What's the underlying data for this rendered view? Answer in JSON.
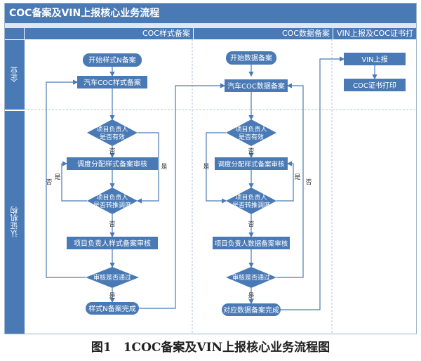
{
  "title": "COC备案及VIN上报核心业务流程",
  "columns": [
    "COC样式备案",
    "COC数据备案",
    "VIN上报及COC证书打印"
  ],
  "lanes": [
    "企业",
    "认证机构"
  ],
  "nodes": {
    "start_style": "开始样式N备案",
    "style_submit": "汽车COC样式备案",
    "check_valid_1": [
      "项目负责人",
      "是否有效"
    ],
    "dispatch_style": "调度分配样式备案审核",
    "check_transfer_1": [
      "项目负责人",
      "是否转推调度"
    ],
    "review_style": "项目负责人样式备案审核",
    "approve_1": "审核是否通过",
    "style_done": "样式N备案完成",
    "start_data": "开始数据备案",
    "data_submit": "汽车COC数据备案",
    "check_valid_2": [
      "项目负责人",
      "是否有效"
    ],
    "dispatch_data": "调度分配样式备案审核",
    "check_transfer_2": [
      "项目负责人",
      "是否转推调度"
    ],
    "review_data": "项目负责人数据备案审核",
    "approve_2": "审核是否通过",
    "data_done": "对应数据备案完成",
    "vin_report": "VIN上报",
    "coc_print": "COC证书打印"
  },
  "edge_labels": {
    "yes": "是",
    "no": "否"
  },
  "caption": "图1　1COC备案及VIN上报核心业务流程图",
  "colors": {
    "header": "#4a7ab5",
    "node": "#4a7ab5",
    "line": "#4a7ab5",
    "text": "#ffffff"
  }
}
